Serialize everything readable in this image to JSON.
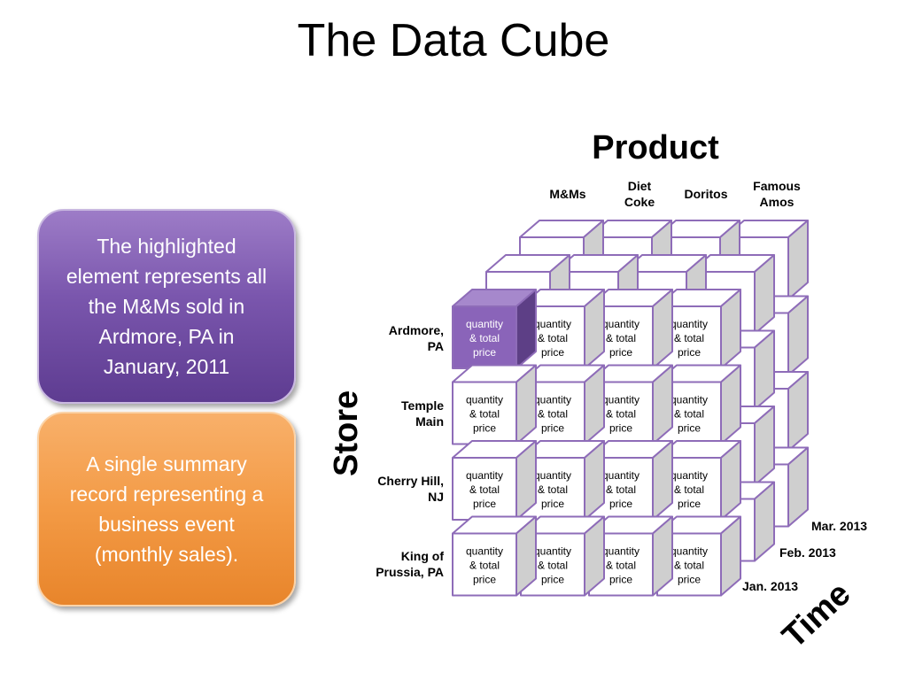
{
  "title": "The Data Cube",
  "callouts": {
    "highlighted": "The highlighted element represents all the M&Ms sold in Ardmore, PA in January, 2011",
    "summary": "A single summary record representing a business event (monthly sales)."
  },
  "axes": {
    "product": "Product",
    "store": "Store",
    "time": "Time"
  },
  "products": [
    "M&Ms",
    "Diet Coke",
    "Doritos",
    "Famous Amos"
  ],
  "stores": [
    "Ardmore, PA",
    "Temple Main",
    "Cherry Hill, NJ",
    "King of Prussia, PA"
  ],
  "months": [
    "Jan. 2013",
    "Feb. 2013",
    "Mar. 2013"
  ],
  "cell": {
    "line1": "quantity",
    "line2": "& total",
    "line3": "price"
  },
  "highlighted_cell": {
    "product": "M&Ms",
    "store": "Ardmore, PA",
    "month": "Jan. 2013"
  },
  "colors": {
    "purple_callout": "#7a56ad",
    "orange_callout": "#f39a45",
    "cube_border": "#8e6cb8",
    "cube_side": "#cfcfcf",
    "cube_top": "#ffffff",
    "highlight_front": "#8a64b9",
    "highlight_side": "#5d3f86",
    "highlight_top": "#a688cc"
  }
}
